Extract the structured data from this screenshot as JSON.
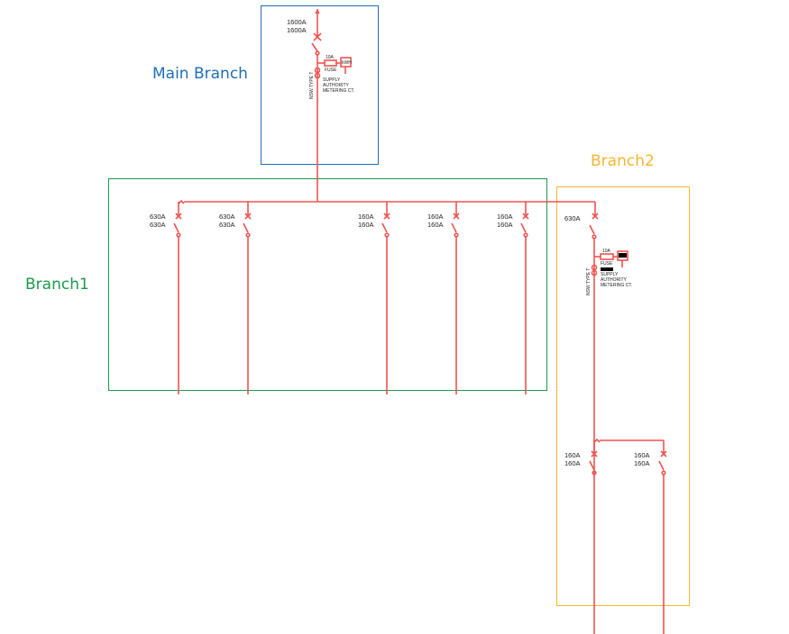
{
  "regions": {
    "main": {
      "label": "Main Branch",
      "color": "#1f6fb5"
    },
    "branch1": {
      "label": "Branch1",
      "color": "#1a9a4a"
    },
    "branch2": {
      "label": "Branch2",
      "color": "#f2b731"
    }
  },
  "line_color": "#ef5350",
  "main_breaker": {
    "rating_top": "1600A",
    "rating_bottom": "1600A"
  },
  "main_metering": {
    "fuse_rating": "10A",
    "fuse_label": "FUSE",
    "meter_id": "kWH",
    "meter_type": "NSW TYPE T",
    "meter_note_1": "SUPPLY",
    "meter_note_2": "AUTHORITY",
    "meter_note_3": "METERING CT."
  },
  "branch1_breakers": [
    {
      "top": "630A",
      "bottom": "630A"
    },
    {
      "top": "630A",
      "bottom": "630A"
    },
    {
      "top": "160A",
      "bottom": "160A"
    },
    {
      "top": "160A",
      "bottom": "160A"
    },
    {
      "top": "160A",
      "bottom": "160A"
    }
  ],
  "branch2_main_breaker": {
    "top": "630A"
  },
  "branch2_metering": {
    "fuse_rating": "10A",
    "fuse_label": "FUSE",
    "meter_type": "NSW TYPE T",
    "meter_note_1": "SUPPLY",
    "meter_note_2": "AUTHORITY",
    "meter_note_3": "METERING CT."
  },
  "branch2_breakers": [
    {
      "top": "160A",
      "bottom": "160A"
    },
    {
      "top": "160A",
      "bottom": "160A"
    }
  ]
}
